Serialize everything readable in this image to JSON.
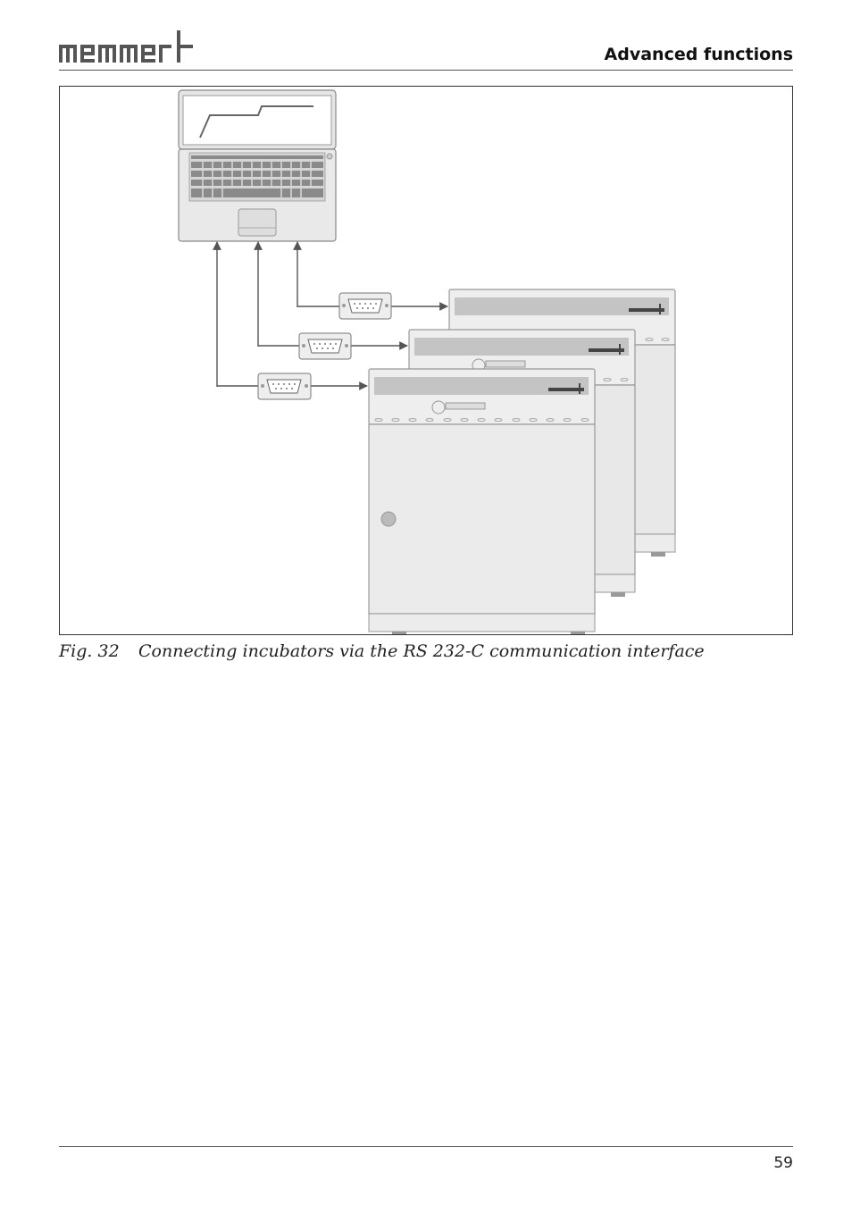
{
  "header": {
    "logo_text": "memmert",
    "section_title": "Advanced functions"
  },
  "figure": {
    "number": "Fig. 32",
    "caption": "Connecting incubators via the RS 232-C communication interface"
  },
  "footer": {
    "page_number": "59"
  }
}
